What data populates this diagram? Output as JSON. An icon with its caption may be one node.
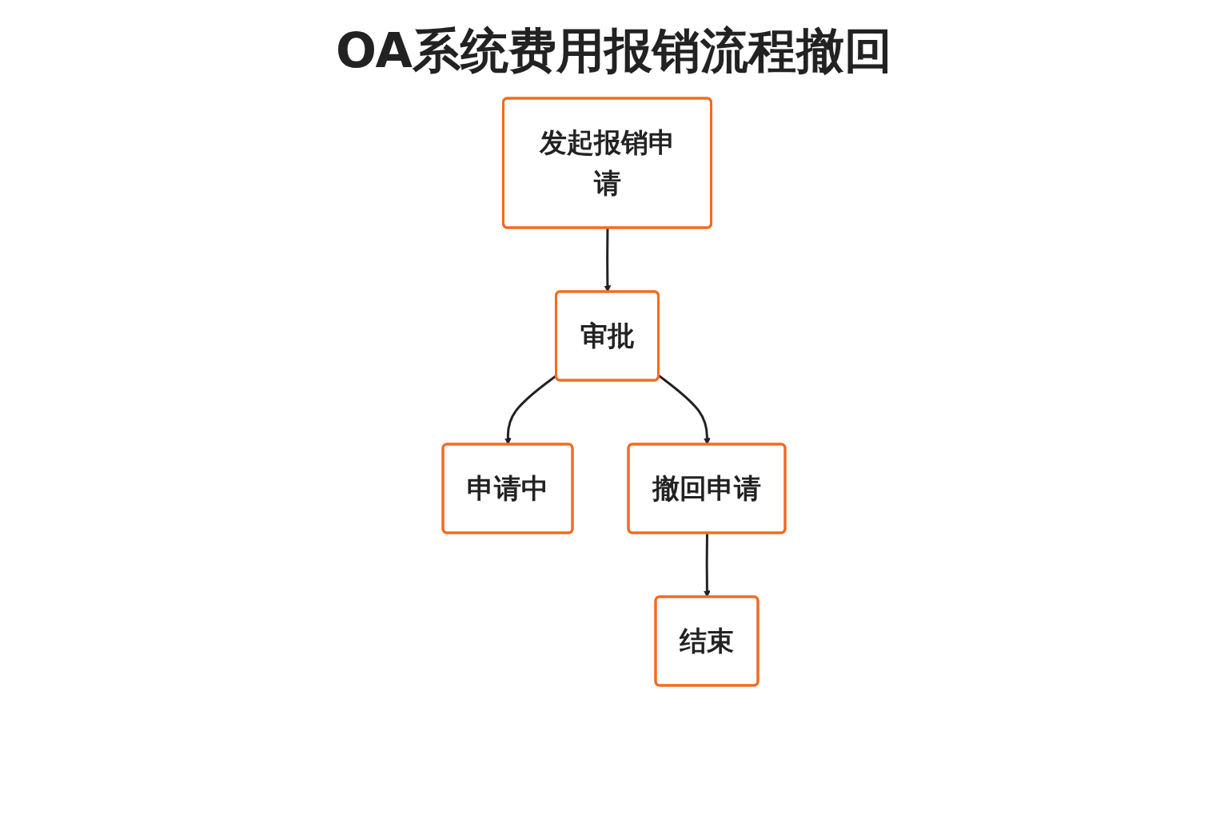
{
  "diagram": {
    "title": "OA系统费用报销流程撤回",
    "nodes": [
      {
        "text": [
          "发起报销申请"
        ]
      },
      {
        "text": [
          "审批"
        ]
      },
      {
        "text": [
          "申请中"
        ]
      },
      {
        "text": [
          "撤回申请"
        ]
      },
      {
        "text": [
          "结束"
        ]
      }
    ],
    "edges": [
      {
        "from": 0,
        "to": 1,
        "arrow": "to"
      },
      {
        "from": 1,
        "to": 2,
        "arrow": "to"
      },
      {
        "from": 1,
        "to": 3,
        "arrow": "to"
      },
      {
        "from": 3,
        "to": 4,
        "arrow": "to"
      }
    ]
  }
}
